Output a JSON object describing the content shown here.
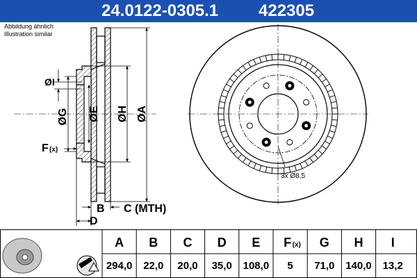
{
  "header": {
    "part_number": "24.0122-0305.1",
    "ref_number": "422305"
  },
  "note": {
    "line1": "Abbildung ähnlich",
    "line2": "Illustration similar"
  },
  "labels": {
    "dim_i": "ØI",
    "dim_g": "ØG",
    "dim_e": "ØE",
    "dim_h": "ØH",
    "dim_a": "ØA",
    "dim_f": "F",
    "dim_f_sub": "(x)",
    "dim_b": "B",
    "dim_c": "C (MTH)",
    "dim_d": "D",
    "bolt_hole": "3x Ø8,5"
  },
  "table": {
    "columns": [
      {
        "key": "A",
        "label": "A",
        "value": "294,0"
      },
      {
        "key": "B",
        "label": "B",
        "value": "22,0"
      },
      {
        "key": "C",
        "label": "C",
        "value": "20,0"
      },
      {
        "key": "D",
        "label": "D",
        "value": "35,0"
      },
      {
        "key": "E",
        "label": "E",
        "value": "108,0"
      },
      {
        "key": "F",
        "label": "F",
        "label_sub": "(x)",
        "value": "5"
      },
      {
        "key": "G",
        "label": "G",
        "value": "71,0"
      },
      {
        "key": "H",
        "label": "H",
        "value": "140,0"
      },
      {
        "key": "I",
        "label": "I",
        "value": "13,2"
      }
    ]
  },
  "colors": {
    "header_bg": "#1c50b0",
    "header_text": "#ffffff",
    "line": "#000000"
  }
}
